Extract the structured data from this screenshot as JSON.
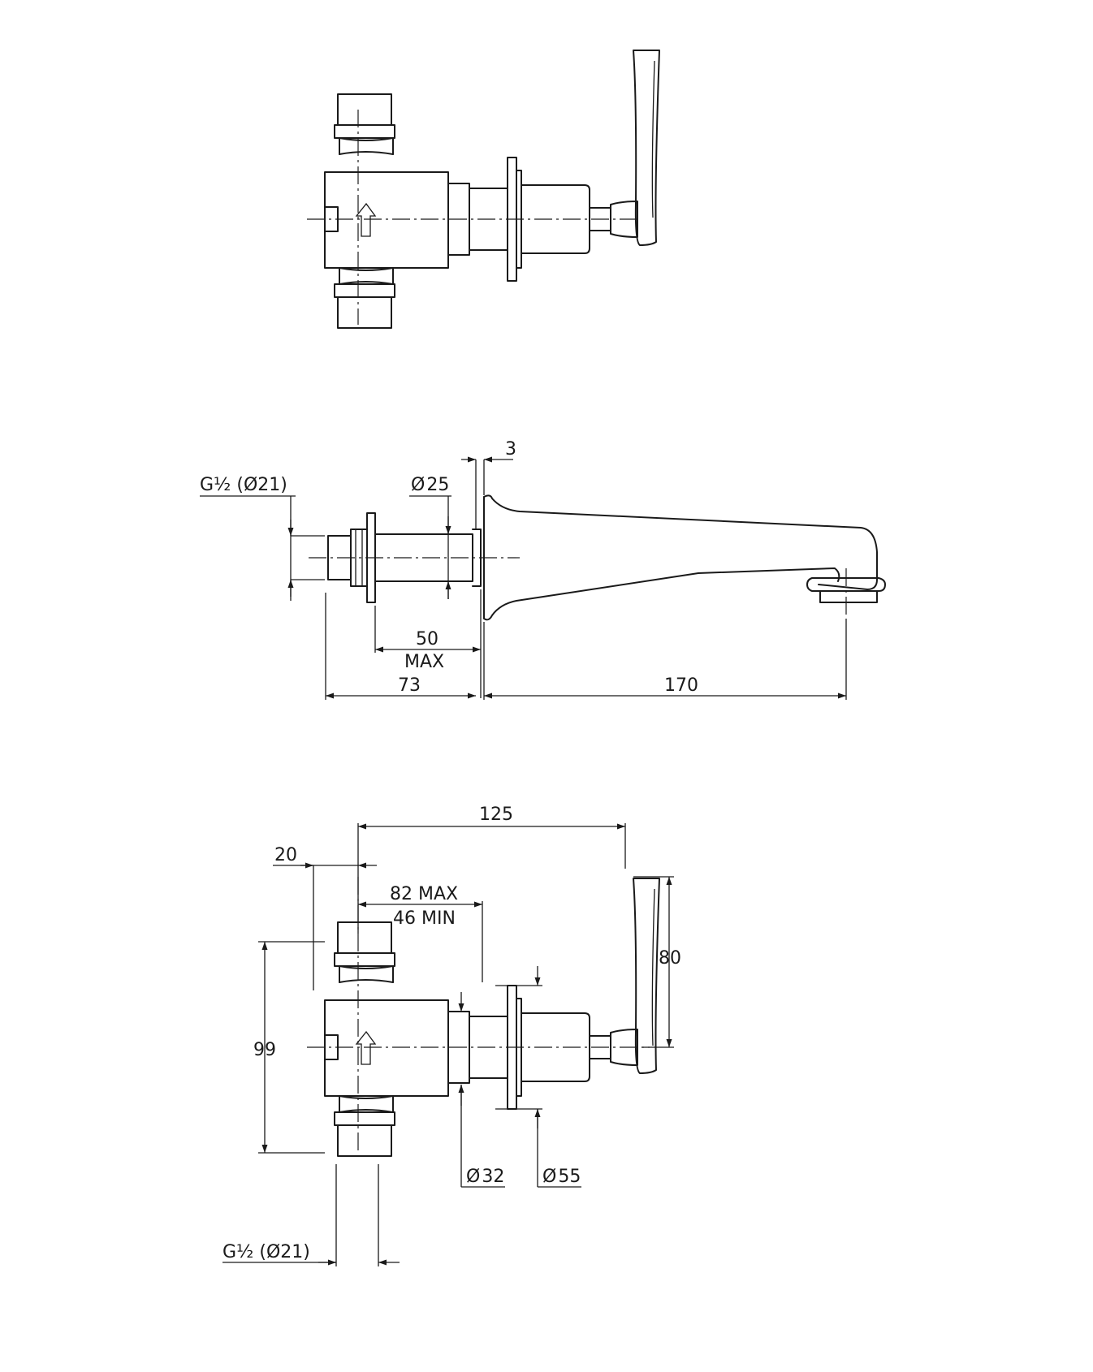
{
  "drawing": {
    "views": [
      {
        "name": "top-view-valve-with-lever"
      },
      {
        "name": "side-view-spout"
      },
      {
        "name": "front-view-dimensioned"
      }
    ],
    "dimensions": {
      "thread_side": "G½ (",
      "thread_side_dia": "21)",
      "dia_25": "25",
      "flange_3": "3",
      "max_50": "50",
      "max_label": "MAX",
      "len_73": "73",
      "len_170": "170",
      "len_125": "125",
      "len_20": "20",
      "len_82": "82 MAX",
      "len_46": "46 MIN",
      "len_80": "80",
      "len_99": "99",
      "dia_32": "32",
      "dia_55": "55",
      "thread_bottom": "G½ (",
      "thread_bottom_dia": "21)"
    },
    "diameter_symbol": "Ø"
  }
}
